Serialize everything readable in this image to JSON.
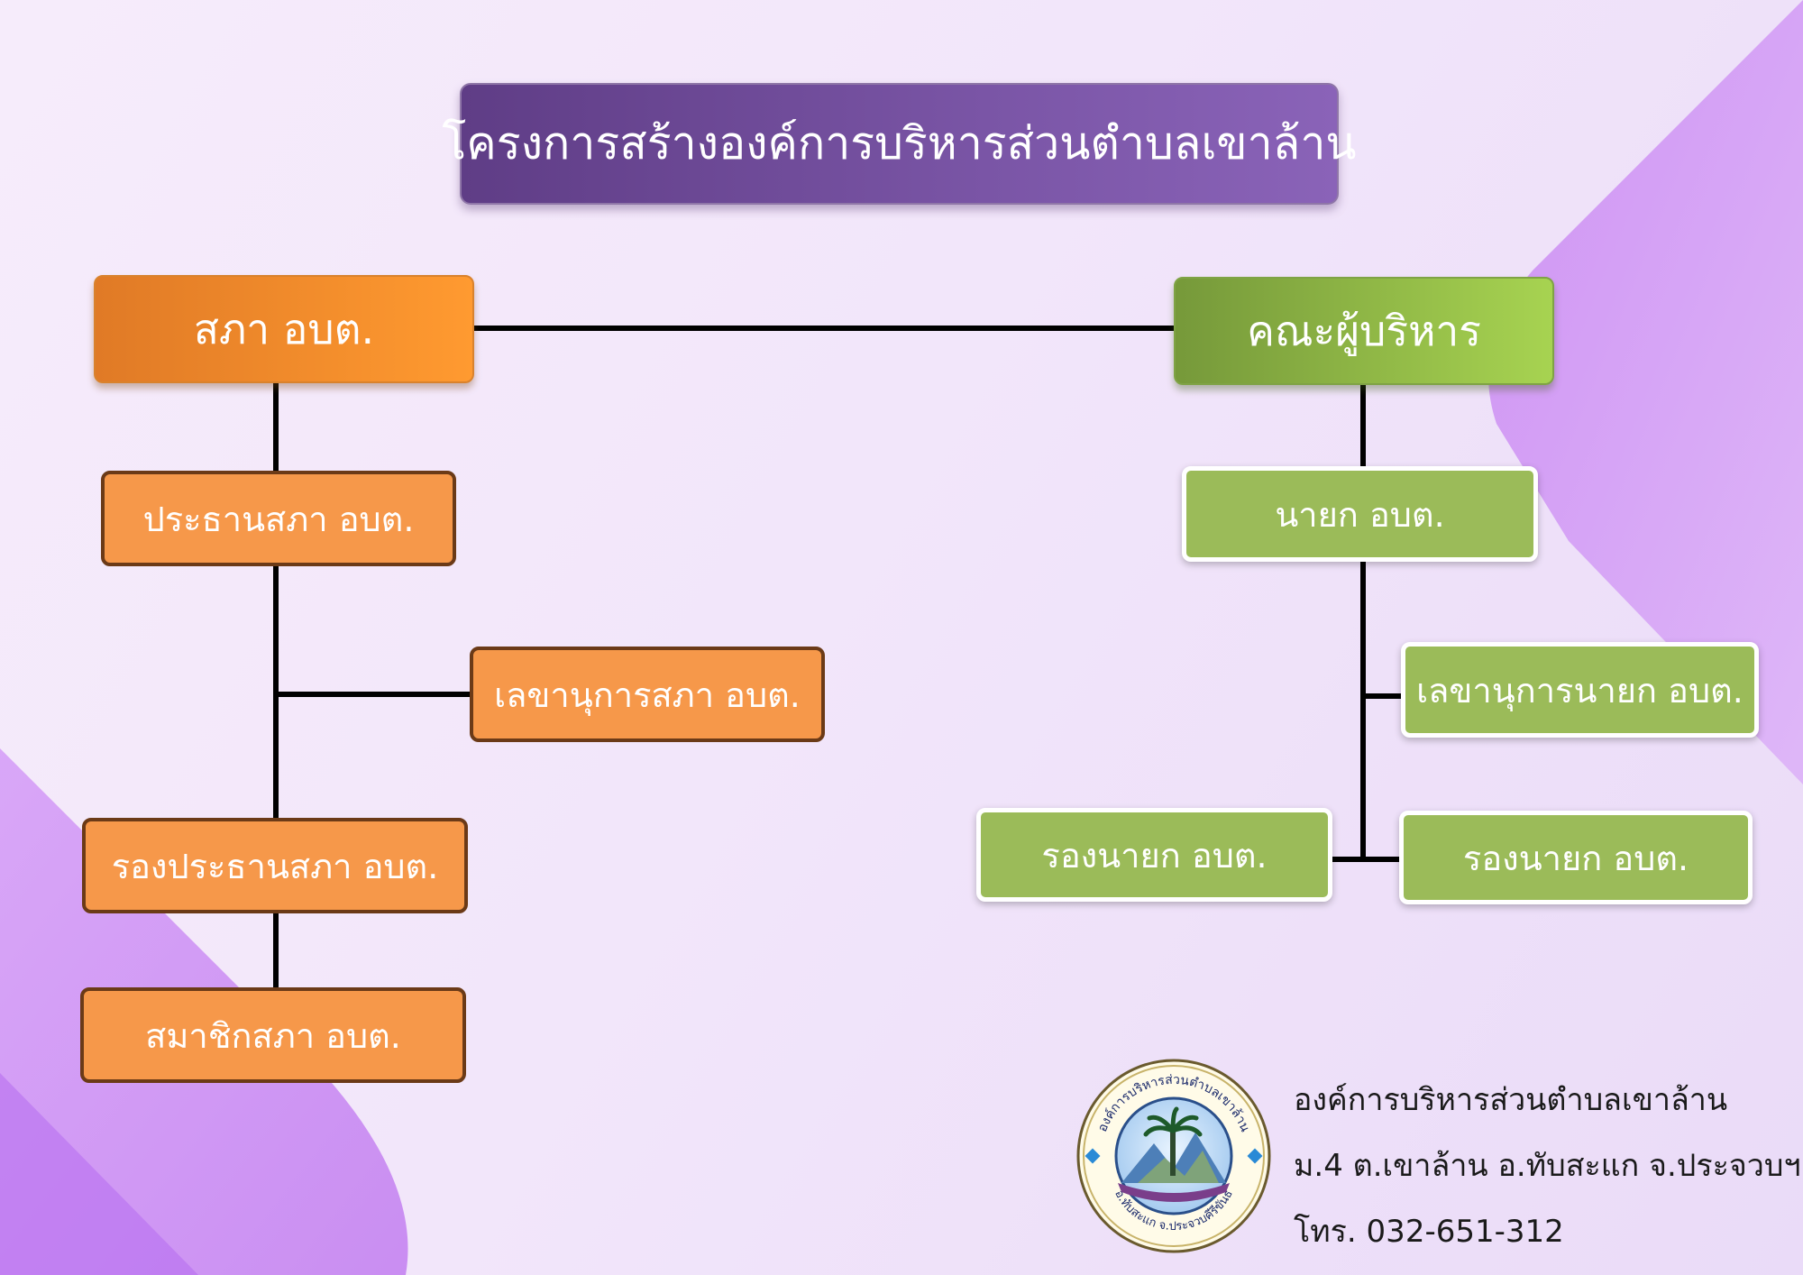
{
  "title": "โครงการสร้างองค์การบริหารส่วนตำบลเขาล้าน",
  "council": {
    "head": "สภา อบต.",
    "chair": "ประธานสภา อบต.",
    "secretary": "เลขานุการสภา อบต.",
    "vice_chair": "รองประธานสภา อบต.",
    "members": "สมาชิกสภา อบต."
  },
  "executive": {
    "head": "คณะผู้บริหาร",
    "mayor": "นายก อบต.",
    "secretary": "เลขานุการนายก อบต.",
    "deputy_left": "รองนายก อบต.",
    "deputy_right": "รองนายก อบต."
  },
  "footer": {
    "org_name": "องค์การบริหารส่วนตำบลเขาล้าน",
    "address": "ม.4 ต.เขาล้าน อ.ทับสะแก จ.ประจวบฯ",
    "phone": "โทร. 032-651-312"
  },
  "seal": {
    "top_text": "องค์การบริหารส่วนตำบลเขาล้าน",
    "bottom_text": "อ.ทับสะแก จ.ประจวบคีรีขันธ์"
  },
  "colors": {
    "title_bg": "#6b4a96",
    "council_head": "#ff9a30",
    "council_box": "#f6984a",
    "executive_head": "#a7d351",
    "executive_box": "#9bbb59"
  }
}
